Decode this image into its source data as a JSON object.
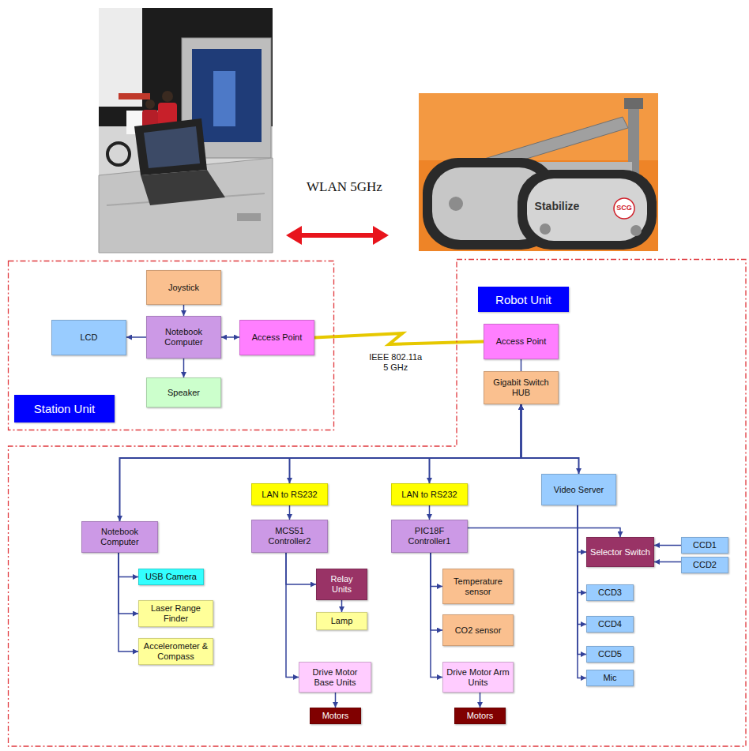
{
  "diagram": {
    "nodes": [
      {
        "text": [
          "Station Unit"
        ]
      },
      {
        "text": [
          "Joystick"
        ],
        "in": 0
      },
      {
        "text": [
          "LCD"
        ],
        "in": 0
      },
      {
        "text": [
          "Notebook Computer"
        ],
        "in": 0
      },
      {
        "text": [
          "Access Point"
        ],
        "in": 0
      },
      {
        "text": [
          "Speaker"
        ],
        "in": 0
      },
      {
        "text": [
          "Robot Unit"
        ]
      },
      {
        "text": [
          "Access Point"
        ],
        "in": 6
      },
      {
        "text": [
          "Gigabit Switch HUB"
        ],
        "in": 6
      },
      {
        "text": [
          "Notebook Computer"
        ],
        "in": 6
      },
      {
        "text": [
          "LAN to RS232"
        ],
        "in": 6
      },
      {
        "text": [
          "MCS51 Controller2"
        ],
        "in": 6
      },
      {
        "text": [
          "LAN to RS232"
        ],
        "in": 6
      },
      {
        "text": [
          "PIC18F Controller1"
        ],
        "in": 6
      },
      {
        "text": [
          "Video Server"
        ],
        "in": 6
      },
      {
        "text": [
          "USB Camera"
        ],
        "in": 6
      },
      {
        "text": [
          "Laser Range Finder"
        ],
        "in": 6
      },
      {
        "text": [
          "Accelerometer & Compass"
        ],
        "in": 6
      },
      {
        "text": [
          "Relay Units"
        ],
        "in": 6
      },
      {
        "text": [
          "Lamp"
        ],
        "in": 6
      },
      {
        "text": [
          "Drive Motor Base Units"
        ],
        "in": 6
      },
      {
        "text": [
          "Motors"
        ],
        "in": 6
      },
      {
        "text": [
          "Temperature sensor"
        ],
        "in": 6
      },
      {
        "text": [
          "CO2 sensor"
        ],
        "in": 6
      },
      {
        "text": [
          "Drive Motor Arm Units"
        ],
        "in": 6
      },
      {
        "text": [
          "Motors"
        ],
        "in": 6
      },
      {
        "text": [
          "Selector Switch"
        ],
        "in": 6
      },
      {
        "text": [
          "CCD1"
        ],
        "in": 6
      },
      {
        "text": [
          "CCD2"
        ],
        "in": 6
      },
      {
        "text": [
          "CCD3"
        ],
        "in": 6
      },
      {
        "text": [
          "CCD4"
        ],
        "in": 6
      },
      {
        "text": [
          "CCD5"
        ],
        "in": 6
      },
      {
        "text": [
          "Mic"
        ],
        "in": 6
      }
    ],
    "edges": [
      {
        "from": 1,
        "to": 3,
        "arrow": "to"
      },
      {
        "from": 3,
        "to": 2,
        "arrow": "to"
      },
      {
        "from": 3,
        "to": 5,
        "arrow": "to"
      },
      {
        "from": 3,
        "to": 4,
        "arrow": "both"
      },
      {
        "from": 4,
        "to": 7,
        "arrow": "none",
        "label": "IEEE 802.11a 5 GHz"
      },
      {
        "from": 7,
        "to": 8,
        "arrow": "none"
      },
      {
        "from": 8,
        "to": 9,
        "arrow": "both"
      },
      {
        "from": 8,
        "to": 10,
        "arrow": "both"
      },
      {
        "from": 8,
        "to": 12,
        "arrow": "both"
      },
      {
        "from": 8,
        "to": 14,
        "arrow": "both"
      },
      {
        "from": 10,
        "to": 11,
        "arrow": "to"
      },
      {
        "from": 12,
        "to": 13,
        "arrow": "to"
      },
      {
        "from": 9,
        "to": 15,
        "arrow": "to"
      },
      {
        "from": 9,
        "to": 16,
        "arrow": "to"
      },
      {
        "from": 9,
        "to": 17,
        "arrow": "to"
      },
      {
        "from": 11,
        "to": 18,
        "arrow": "to"
      },
      {
        "from": 18,
        "to": 19,
        "arrow": "to"
      },
      {
        "from": 11,
        "to": 20,
        "arrow": "to"
      },
      {
        "from": 20,
        "to": 21,
        "arrow": "to"
      },
      {
        "from": 13,
        "to": 22,
        "arrow": "to"
      },
      {
        "from": 13,
        "to": 23,
        "arrow": "to"
      },
      {
        "from": 13,
        "to": 24,
        "arrow": "to"
      },
      {
        "from": 24,
        "to": 25,
        "arrow": "to"
      },
      {
        "from": 13,
        "to": 26,
        "arrow": "to"
      },
      {
        "from": 14,
        "to": 26,
        "arrow": "to"
      },
      {
        "from": 14,
        "to": 29,
        "arrow": "to"
      },
      {
        "from": 14,
        "to": 30,
        "arrow": "to"
      },
      {
        "from": 14,
        "to": 31,
        "arrow": "to"
      },
      {
        "from": 14,
        "to": 32,
        "arrow": "to"
      },
      {
        "from": 27,
        "to": 26,
        "arrow": "to"
      },
      {
        "from": 28,
        "to": 26,
        "arrow": "to"
      }
    ],
    "labels": [
      "WLAN 5GHz",
      "Stabilize",
      "SCG"
    ]
  }
}
